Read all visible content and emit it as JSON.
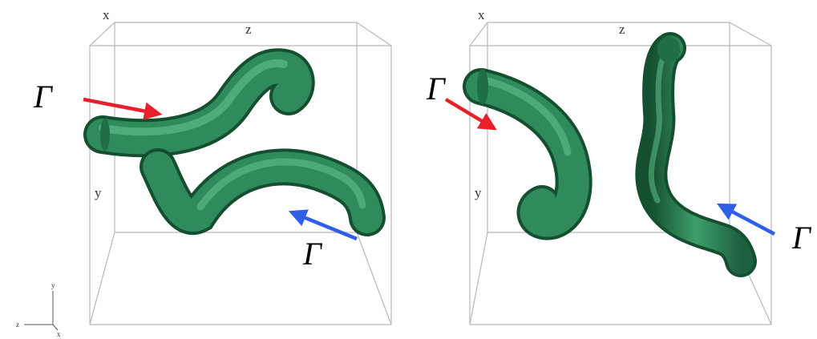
{
  "panels": [
    {
      "axes": {
        "x": "x",
        "y": "y",
        "z": "z"
      },
      "gamma_top": "Γ",
      "gamma_bottom": "Γ"
    },
    {
      "axes": {
        "x": "x",
        "y": "y",
        "z": "z"
      },
      "gamma_top": "Γ",
      "gamma_bottom": "Γ"
    }
  ],
  "triad": {
    "y": "y",
    "z": "z",
    "x": "x"
  },
  "colors": {
    "tube": "#2f8a5c",
    "tube_dark": "#14502f",
    "tube_light": "#5fbf8a",
    "arrow_red": "#e8202a",
    "arrow_blue": "#2f5fe6",
    "box_line": "#b8b8b8"
  },
  "icons": [
    "red-arrow-icon",
    "blue-arrow-icon"
  ]
}
